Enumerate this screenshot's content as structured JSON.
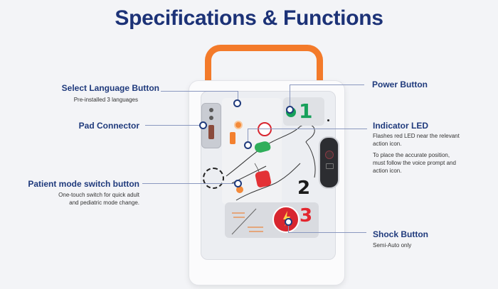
{
  "header": {
    "title": "Specifications & Functions"
  },
  "callouts": {
    "select_language": {
      "label": "Select Language Button",
      "desc": "Pre-installed 3 languages"
    },
    "pad_connector": {
      "label": "Pad Connector"
    },
    "patient_mode": {
      "label": "Patient mode switch button",
      "desc_line1": "One-touch switch for quick adult",
      "desc_line2": "and pediatric mode change."
    },
    "power_button": {
      "label": "Power Button"
    },
    "indicator_led": {
      "label": "Indicator LED",
      "desc1_line1": "Flashes red LED near the relevant",
      "desc1_line2": "action icon.",
      "desc2_line1": "To place the accurate position,",
      "desc2_line2": "must follow the voice prompt and",
      "desc2_line3": "action icon."
    },
    "shock_button": {
      "label": "Shock Button",
      "desc": "Semi-Auto only"
    }
  },
  "device": {
    "step1": "1",
    "step2": "2",
    "step3": "3"
  },
  "colors": {
    "title": "#1c3277",
    "label": "#1f3a7c",
    "handle": "#f37a2a",
    "power_green": "#17a05a",
    "shock_red": "#d8262f",
    "step3_red": "#e3262f"
  }
}
